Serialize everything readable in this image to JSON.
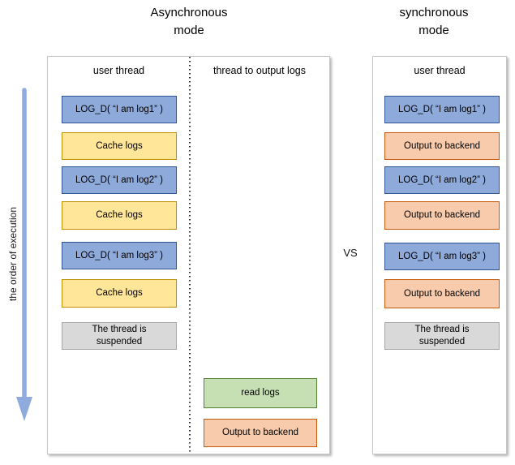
{
  "vs_label": "VS",
  "execution_axis": {
    "label": "the order of execution"
  },
  "colors": {
    "blue_fill": "#8EAADB",
    "blue_border": "#2F5597",
    "yellow_fill": "#FFE699",
    "yellow_border": "#BF8F00",
    "orange_fill": "#F8CBAD",
    "orange_border": "#C55A11",
    "green_fill": "#C6E0B4",
    "green_border": "#548235",
    "gray_fill": "#D9D9D9",
    "gray_border": "#A6A6A6",
    "arrow": "#8FAADC"
  },
  "async_panel": {
    "title_line1": "Asynchronous",
    "title_line2": "mode",
    "columns": [
      {
        "header": "user thread",
        "boxes": [
          {
            "label": "LOG_D( “I am log1” )",
            "type": "blue"
          },
          {
            "label": "Cache logs",
            "type": "yellow"
          },
          {
            "label": "LOG_D( “I am log2” )",
            "type": "blue"
          },
          {
            "label": "Cache logs",
            "type": "yellow"
          },
          {
            "label": "LOG_D( “I am log3” )",
            "type": "blue"
          },
          {
            "label": "Cache logs",
            "type": "yellow"
          },
          {
            "label": "The thread is suspended",
            "type": "gray"
          }
        ]
      },
      {
        "header": "thread to output logs",
        "boxes": [
          {
            "label": "read logs",
            "type": "green"
          },
          {
            "label": "Output to backend",
            "type": "orange"
          }
        ]
      }
    ]
  },
  "sync_panel": {
    "title_line1": "synchronous",
    "title_line2": "mode",
    "columns": [
      {
        "header": "user thread",
        "boxes": [
          {
            "label": "LOG_D( “I am log1” )",
            "type": "blue"
          },
          {
            "label": "Output to backend",
            "type": "orange"
          },
          {
            "label": "LOG_D( “I am log2” )",
            "type": "blue"
          },
          {
            "label": "Output to backend",
            "type": "orange"
          },
          {
            "label": "LOG_D( “I am log3” )",
            "type": "blue"
          },
          {
            "label": "Output to backend",
            "type": "orange"
          },
          {
            "label": "The thread is suspended",
            "type": "gray"
          }
        ]
      }
    ]
  }
}
